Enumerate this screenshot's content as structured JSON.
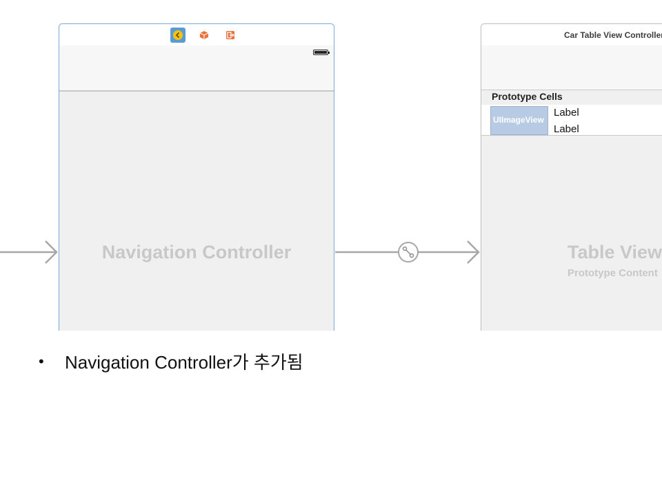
{
  "nav_scene": {
    "title": "Navigation Controller",
    "dock_icons": [
      "back-chevron-icon",
      "cube-icon",
      "exit-icon"
    ]
  },
  "table_scene": {
    "dock_title": "Car Table View Controller",
    "prototype_header": "Prototype Cells",
    "image_view_label": "UIImageView",
    "cell_labels": [
      "Label",
      "Label"
    ],
    "title": "Table View",
    "subtitle": "Prototype Content"
  },
  "caption": {
    "bullet": "•",
    "text": "Navigation Controller가 추가됨"
  },
  "colors": {
    "selection": "#5b9bd5",
    "accent_yellow": "#f5c211",
    "accent_orange": "#e8743b",
    "image_view_fill": "#b8cbe5",
    "placeholder_text": "#c8c8c8"
  }
}
